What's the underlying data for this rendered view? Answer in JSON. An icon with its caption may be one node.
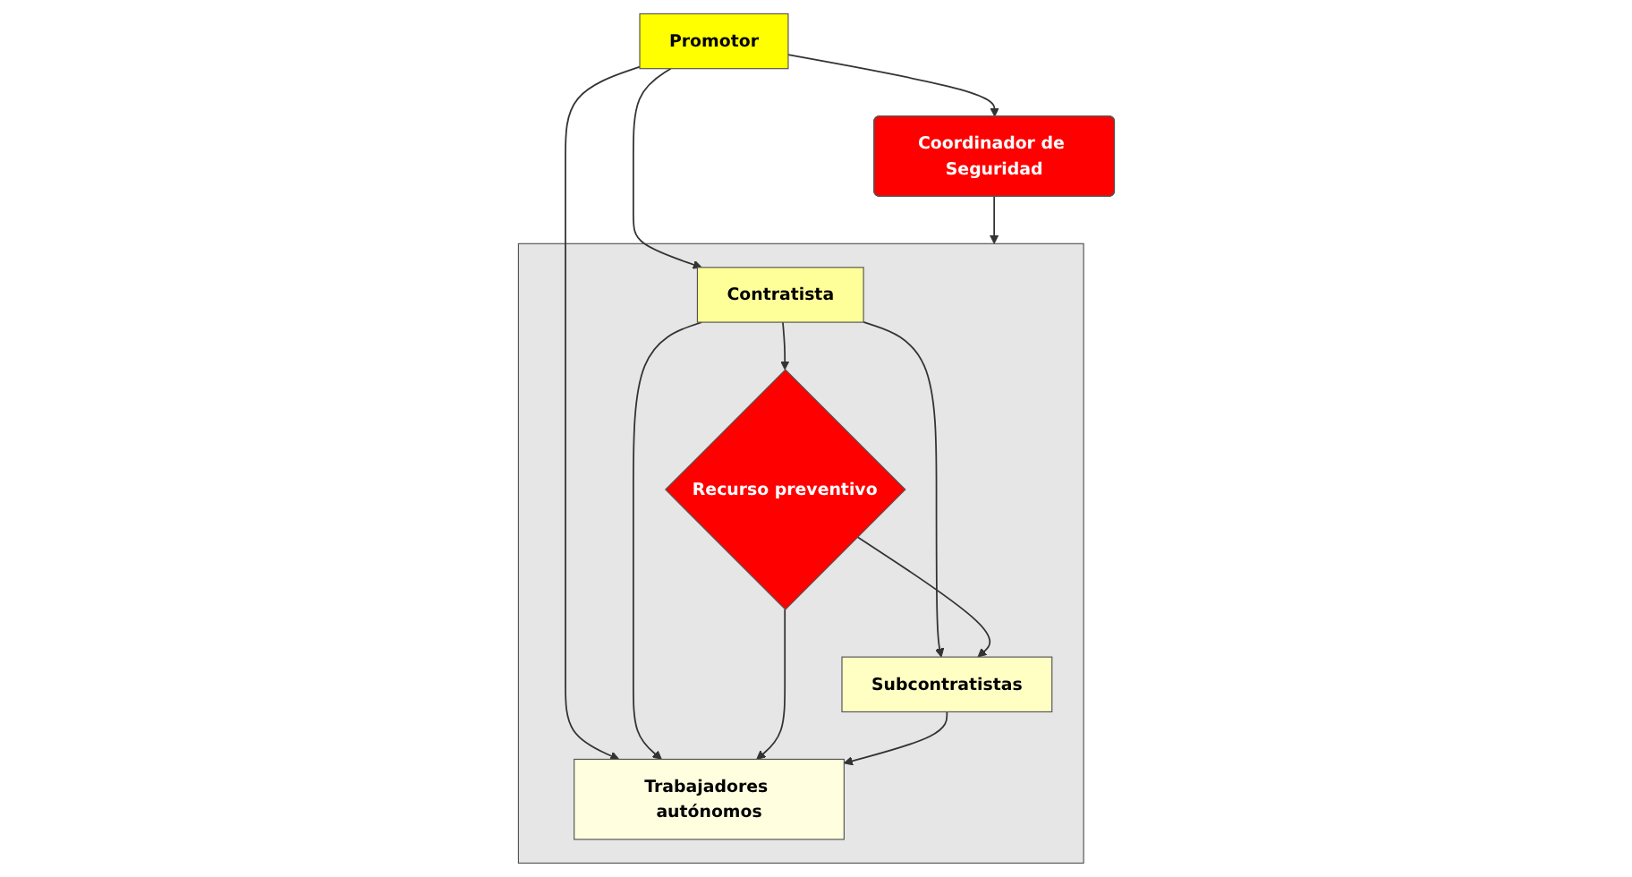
{
  "diagram": {
    "nodes": [
      {
        "text": [
          "Promotor"
        ]
      },
      {
        "text": [
          "Coordinador de Seguridad"
        ]
      },
      {
        "text": [],
        "shape": "box"
      },
      {
        "text": [
          "Contratista"
        ],
        "in": 2
      },
      {
        "text": [
          "Recurso preventivo"
        ],
        "in": 2
      },
      {
        "text": [
          "Subcontratistas"
        ],
        "in": 2
      },
      {
        "text": [
          "Trabajadores autónomos"
        ],
        "in": 2
      }
    ],
    "edges": [
      {
        "from": 0,
        "to": 1,
        "arrow": "to"
      },
      {
        "from": 1,
        "to": 2,
        "arrow": "to"
      },
      {
        "from": 0,
        "to": 3,
        "arrow": "to"
      },
      {
        "from": 0,
        "to": 6,
        "arrow": "to"
      },
      {
        "from": 3,
        "to": 4,
        "arrow": "to"
      },
      {
        "from": 3,
        "to": 5,
        "arrow": "to"
      },
      {
        "from": 3,
        "to": 6,
        "arrow": "to"
      },
      {
        "from": 4,
        "to": 5,
        "arrow": "to"
      },
      {
        "from": 4,
        "to": 6,
        "arrow": "to"
      },
      {
        "from": 5,
        "to": 6,
        "arrow": "to"
      }
    ]
  }
}
